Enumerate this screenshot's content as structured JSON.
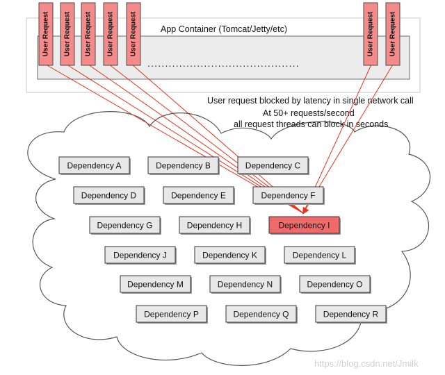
{
  "container": {
    "title": "App Container (Tomcat/Jetty/etc)"
  },
  "request_label": "User Request",
  "notes": {
    "line1": "User request blocked by latency in single network call",
    "line2": "At 50+ requests/second",
    "line3": "all request threads can block in seconds"
  },
  "dependencies": [
    {
      "label": "Dependency A",
      "status": "normal"
    },
    {
      "label": "Dependency B",
      "status": "normal"
    },
    {
      "label": "Dependency C",
      "status": "normal"
    },
    {
      "label": "Dependency D",
      "status": "normal"
    },
    {
      "label": "Dependency E",
      "status": "normal"
    },
    {
      "label": "Dependency F",
      "status": "normal"
    },
    {
      "label": "Dependency G",
      "status": "normal"
    },
    {
      "label": "Dependency H",
      "status": "normal"
    },
    {
      "label": "Dependency I",
      "status": "latent"
    },
    {
      "label": "Dependency J",
      "status": "normal"
    },
    {
      "label": "Dependency K",
      "status": "normal"
    },
    {
      "label": "Dependency L",
      "status": "normal"
    },
    {
      "label": "Dependency M",
      "status": "normal"
    },
    {
      "label": "Dependency N",
      "status": "normal"
    },
    {
      "label": "Dependency O",
      "status": "normal"
    },
    {
      "label": "Dependency P",
      "status": "normal"
    },
    {
      "label": "Dependency Q",
      "status": "normal"
    },
    {
      "label": "Dependency R",
      "status": "normal"
    }
  ],
  "watermark": "https://blog.csdn.net/Jmilk",
  "colors": {
    "request_fill": "#f48a8a",
    "latent_fill": "#f06a6a",
    "normal_fill": "#e8e8e8",
    "arrow": "#e8321c",
    "container_fill": "#ececec"
  }
}
